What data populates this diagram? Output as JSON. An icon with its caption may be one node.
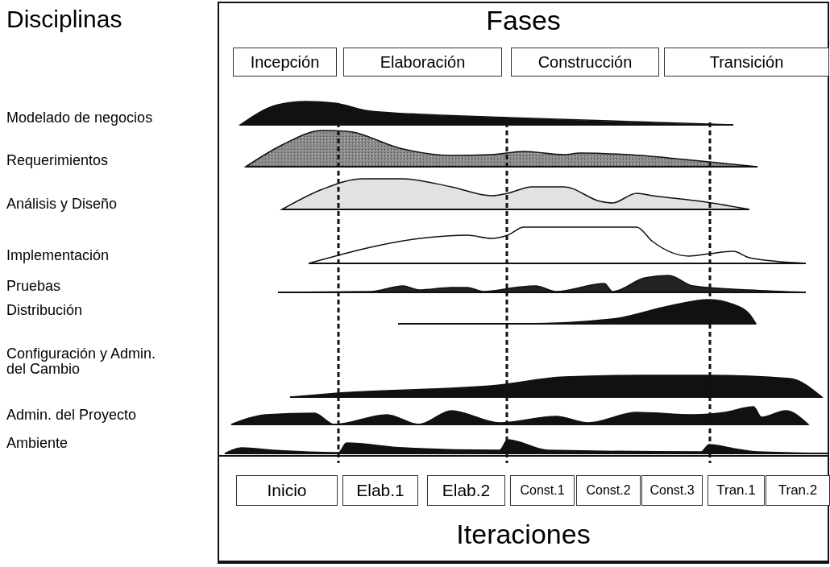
{
  "diagram": {
    "nodes": [
      {
        "text": [
          "Fases",
          "Iteraciones"
        ]
      },
      {
        "text": [
          "Incepción"
        ],
        "in": 0
      },
      {
        "text": [
          "Elaboración"
        ],
        "in": 0
      },
      {
        "text": [
          "Construcción"
        ],
        "in": 0
      },
      {
        "text": [
          "Transición"
        ],
        "in": 0
      },
      {
        "text": [
          "Inicio"
        ],
        "in": 0
      },
      {
        "text": [
          "Elab.1"
        ],
        "in": 0
      },
      {
        "text": [
          "Elab.2"
        ],
        "in": 0
      },
      {
        "text": [
          "Const.1"
        ],
        "in": 0
      },
      {
        "text": [
          "Const.2"
        ],
        "in": 0
      },
      {
        "text": [
          "Const.3"
        ],
        "in": 0
      },
      {
        "text": [
          "Tran.1"
        ],
        "in": 0
      },
      {
        "text": [
          "Tran.2"
        ],
        "in": 0
      }
    ],
    "edges": [],
    "labels": [
      "Disciplinas",
      "Modelado de negocios",
      "Requerimientos",
      "Análisis y Diseño",
      "Implementación",
      "Pruebas",
      "Distribución",
      "Configuración y Admin. del Cambio",
      "Admin. del Proyecto",
      "Ambiente"
    ]
  }
}
